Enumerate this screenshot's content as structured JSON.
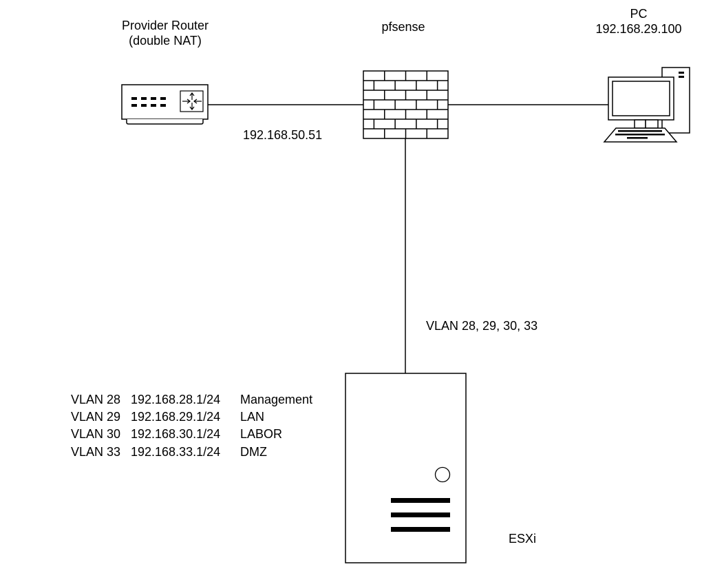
{
  "diagram": {
    "nodes": {
      "router": {
        "label_line1": "Provider Router",
        "label_line2": "(double NAT)",
        "icon": "router-icon"
      },
      "firewall": {
        "label": "pfsense",
        "icon": "firewall-icon"
      },
      "pc": {
        "label_line1": "PC",
        "label_line2": "192.168.29.100",
        "icon": "computer-icon"
      },
      "server": {
        "label": "ESXi",
        "icon": "server-icon"
      }
    },
    "links": {
      "router_firewall": {
        "label": "192.168.50.51"
      },
      "firewall_pc": {
        "label": ""
      },
      "firewall_server": {
        "label": "VLAN 28, 29, 30, 33"
      }
    },
    "vlans": [
      {
        "vlan": "VLAN 28",
        "subnet": "192.168.28.1/24",
        "name": "Management"
      },
      {
        "vlan": "VLAN 29",
        "subnet": "192.168.29.1/24",
        "name": "LAN"
      },
      {
        "vlan": "VLAN 30",
        "subnet": "192.168.30.1/24",
        "name": "LABOR"
      },
      {
        "vlan": "VLAN 33",
        "subnet": "192.168.33.1/24",
        "name": "DMZ"
      }
    ],
    "colors": {
      "stroke": "#000000",
      "background": "#ffffff"
    }
  }
}
